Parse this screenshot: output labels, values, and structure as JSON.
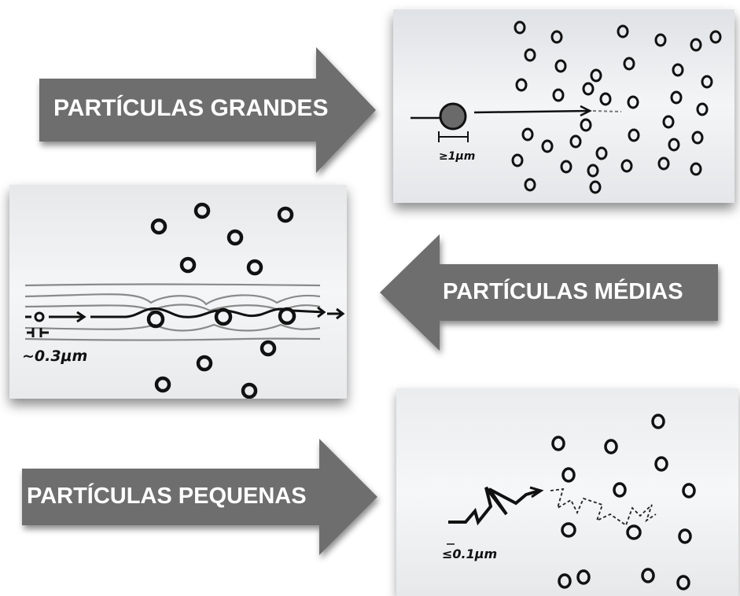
{
  "arrows": {
    "large": {
      "label": "PARTÍCULAS GRANDES",
      "color": "#6e6e6e"
    },
    "medium": {
      "label": "PARTÍCULAS MÉDIAS",
      "color": "#6e6e6e"
    },
    "small": {
      "label": "PARTÍCULAS PEQUENAS",
      "color": "#6e6e6e"
    }
  },
  "panels": {
    "large": {
      "size_label": "≥1μm"
    },
    "medium": {
      "size_label": "~0.3μm"
    },
    "small": {
      "size_label": "≤0.1μm"
    }
  },
  "colors": {
    "panel_bg": "#eceef0",
    "ink": "#111111",
    "streamline": "#8a8a8a",
    "arrow_fill": "#6e6e6e"
  }
}
